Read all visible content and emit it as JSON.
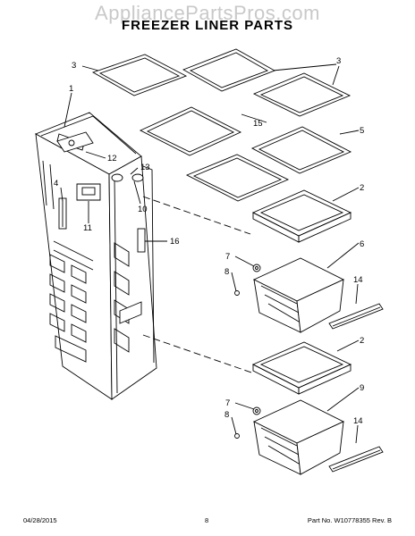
{
  "watermark": "AppliancePartsPros.com",
  "title": "FREEZER LINER PARTS",
  "callouts": [
    "1",
    "2",
    "3",
    "4",
    "5",
    "6",
    "7",
    "8",
    "9",
    "10",
    "11",
    "12",
    "13",
    "14",
    "15",
    "16"
  ],
  "footer": {
    "date": "04/28/2015",
    "page": "8",
    "part": "Part No. W10778355 Rev. B"
  }
}
